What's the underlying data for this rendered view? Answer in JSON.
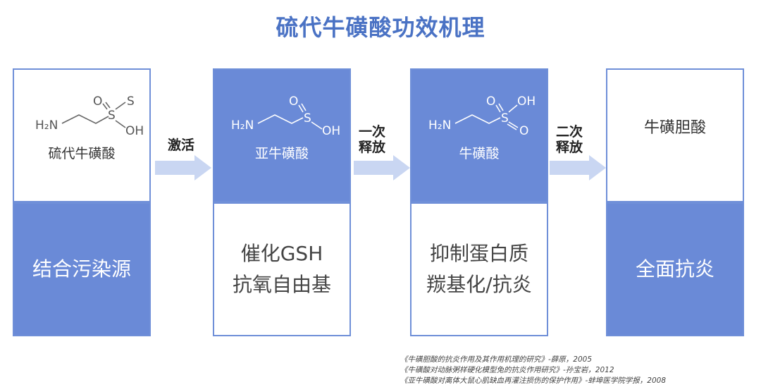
{
  "title": "硫代牛磺酸功效机理",
  "columns": [
    {
      "name": "硫代牛磺酸",
      "effect_lines": [
        "结合污染源"
      ],
      "top_style": "white",
      "bottom_style": "blue"
    },
    {
      "name": "亚牛磺酸",
      "effect_lines": [
        "催化GSH",
        "抗氧自由基"
      ],
      "top_style": "blue",
      "bottom_style": "white"
    },
    {
      "name": "牛磺酸",
      "effect_lines": [
        "抑制蛋白质",
        "羰基化/抗炎"
      ],
      "top_style": "blue",
      "bottom_style": "white"
    },
    {
      "name": "牛磺胆酸",
      "effect_lines": [
        "全面抗炎"
      ],
      "top_style": "white",
      "bottom_style": "blue"
    }
  ],
  "arrows": [
    {
      "label_lines": [
        "激活"
      ]
    },
    {
      "label_lines": [
        "一次",
        "释放"
      ]
    },
    {
      "label_lines": [
        "二次",
        "释放"
      ]
    }
  ],
  "molecules": {
    "thiotaurine": {
      "amine": "H₂N",
      "s": "S",
      "o": "O",
      "s2": "S",
      "oh": "OH"
    },
    "hypotaurine": {
      "amine": "H₂N",
      "s": "S",
      "o": "O",
      "oh": "OH"
    },
    "taurine": {
      "amine": "H₂N",
      "s": "S",
      "o1": "O",
      "o2": "O",
      "oh": "OH"
    }
  },
  "references": [
    "《牛磺胆酸的抗炎作用及其作用机理的研究》-薛原，2005",
    "《牛磺酸对动脉粥样硬化模型兔的抗炎作用研究》-孙宝岩，2012",
    "《亚牛磺酸对离体大鼠心肌缺血再灌注损伤的保护作用》-蚌埠医学院学报，2008"
  ],
  "colors": {
    "accent": "#6a8ad7",
    "title": "#4a72c4",
    "arrow": "#c9d6f2"
  }
}
